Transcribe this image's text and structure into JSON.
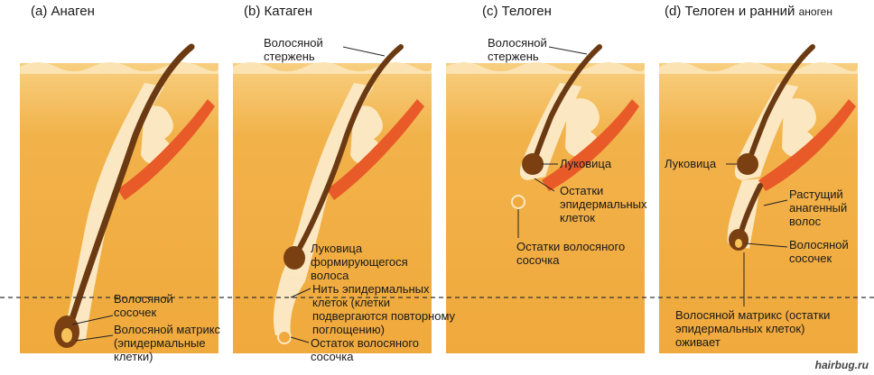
{
  "panels": [
    {
      "title": "(a) Анаген"
    },
    {
      "title": "(b) Катаген"
    },
    {
      "title": "(c) Телоген"
    },
    {
      "title_main": "(d) Телоген и ранний ",
      "title_small": "аноген"
    }
  ],
  "labels": {
    "a_papilla": "Волосяной\nсосочек",
    "a_matrix": "Волосяной матрикс\n(эпидермальные\nклетки)",
    "b_shaft": "Волосяной\nстержень",
    "b_bulb": "Луковица\nформирующегося\nволоса",
    "b_strand": "Нить эпидермальных\nклеток (клетки\nподвергаются повторному\nпоглощению)",
    "b_remnant": "Остаток волосяного\nсосочка",
    "c_shaft": "Волосяной\nстержень",
    "c_bulb": "Луковица",
    "c_epi": "Остатки\nэпидермальных\nклеток",
    "c_papilla": "Остатки волосяного\nсосочка",
    "d_bulb": "Луковица",
    "d_growing": "Растущий\nанагенный\nволос",
    "d_papilla": "Волосяной\nсосочек",
    "d_matrix": "Волосяной матрикс (остатки\nэпидермальных клеток)\nоживает"
  },
  "watermark": "hairbug.ru",
  "colors": {
    "skin": "#f2b24a",
    "epidermis_top": "#f8d790",
    "sheath": "#fbe8c3",
    "hair": "#6b3a12",
    "muscle": "#e85a28",
    "dashed": "#333333"
  }
}
